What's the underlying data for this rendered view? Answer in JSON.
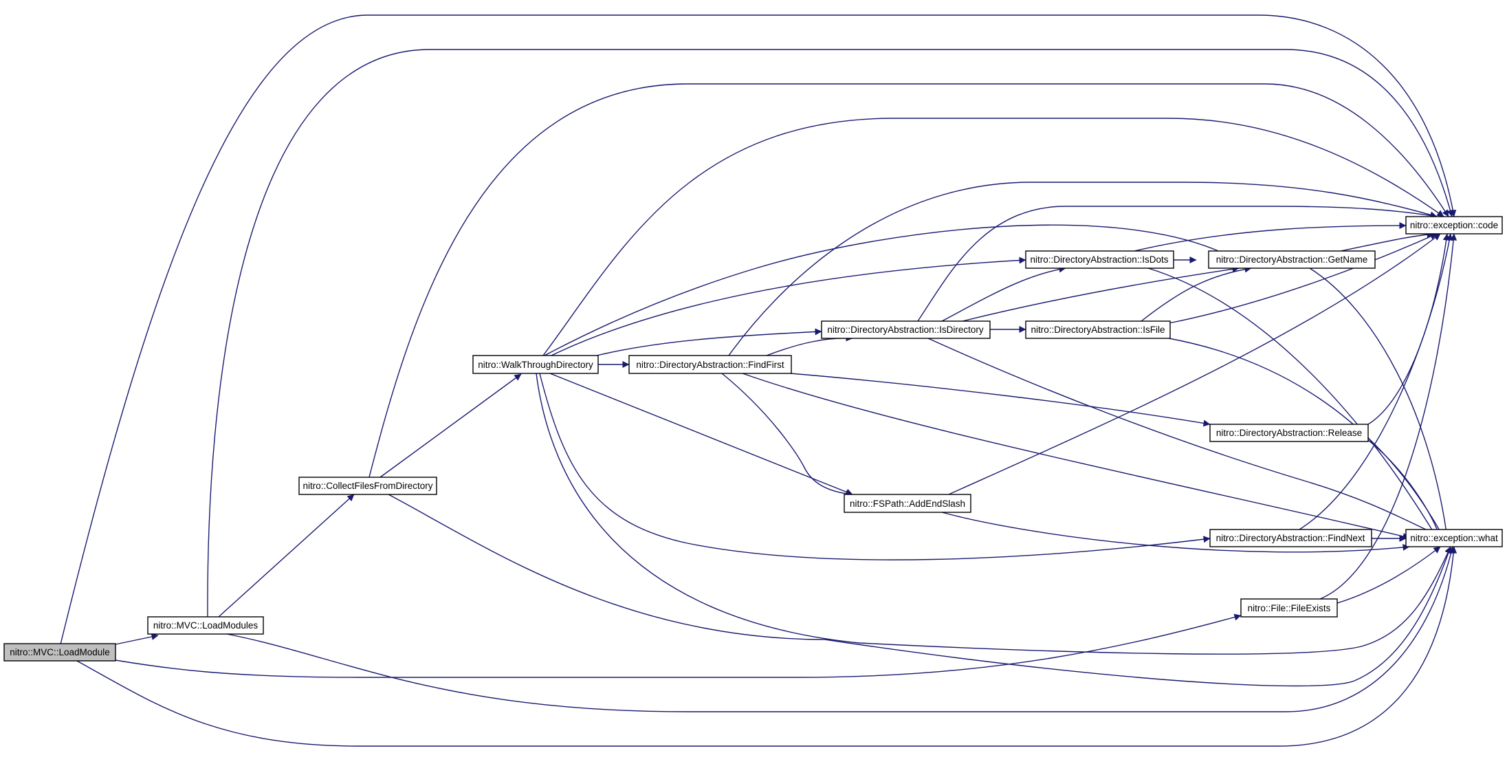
{
  "colors": {
    "edge": "#191970",
    "node_border": "#000000",
    "node_fill": "#ffffff",
    "root_fill": "#bfbfbf",
    "background": "#ffffff"
  },
  "nodes": {
    "loadModule": {
      "label": "nitro::MVC::LoadModule",
      "root": true
    },
    "loadModules": {
      "label": "nitro::MVC::LoadModules"
    },
    "collectFiles": {
      "label": "nitro::CollectFilesFromDirectory"
    },
    "walkThrough": {
      "label": "nitro::WalkThroughDirectory"
    },
    "findFirst": {
      "label": "nitro::DirectoryAbstraction::FindFirst"
    },
    "isDirectory": {
      "label": "nitro::DirectoryAbstraction::IsDirectory"
    },
    "isDots": {
      "label": "nitro::DirectoryAbstraction::IsDots"
    },
    "isFile": {
      "label": "nitro::DirectoryAbstraction::IsFile"
    },
    "getName": {
      "label": "nitro::DirectoryAbstraction::GetName"
    },
    "release": {
      "label": "nitro::DirectoryAbstraction::Release"
    },
    "addEndSlash": {
      "label": "nitro::FSPath::AddEndSlash"
    },
    "findNext": {
      "label": "nitro::DirectoryAbstraction::FindNext"
    },
    "fileExists": {
      "label": "nitro::File::FileExists"
    },
    "exCode": {
      "label": "nitro::exception::code"
    },
    "exWhat": {
      "label": "nitro::exception::what"
    }
  },
  "edges": [
    [
      "loadModule",
      "loadModules"
    ],
    [
      "loadModule",
      "exCode"
    ],
    [
      "loadModule",
      "fileExists"
    ],
    [
      "loadModule",
      "exWhat"
    ],
    [
      "loadModules",
      "collectFiles"
    ],
    [
      "loadModules",
      "exCode"
    ],
    [
      "loadModules",
      "exWhat"
    ],
    [
      "collectFiles",
      "walkThrough"
    ],
    [
      "collectFiles",
      "exCode"
    ],
    [
      "collectFiles",
      "exWhat"
    ],
    [
      "walkThrough",
      "findFirst"
    ],
    [
      "walkThrough",
      "isDirectory"
    ],
    [
      "walkThrough",
      "isDots"
    ],
    [
      "walkThrough",
      "getName"
    ],
    [
      "walkThrough",
      "addEndSlash"
    ],
    [
      "walkThrough",
      "findNext"
    ],
    [
      "walkThrough",
      "exCode"
    ],
    [
      "walkThrough",
      "exWhat"
    ],
    [
      "findFirst",
      "isDirectory"
    ],
    [
      "findFirst",
      "release"
    ],
    [
      "findFirst",
      "addEndSlash"
    ],
    [
      "findFirst",
      "exCode"
    ],
    [
      "findFirst",
      "exWhat"
    ],
    [
      "isDirectory",
      "isDots"
    ],
    [
      "isDirectory",
      "isFile"
    ],
    [
      "isDirectory",
      "getName"
    ],
    [
      "isDirectory",
      "exCode"
    ],
    [
      "isDirectory",
      "exWhat"
    ],
    [
      "isDots",
      "getName"
    ],
    [
      "isDots",
      "exCode"
    ],
    [
      "isDots",
      "exWhat"
    ],
    [
      "isFile",
      "getName"
    ],
    [
      "isFile",
      "exCode"
    ],
    [
      "isFile",
      "exWhat"
    ],
    [
      "getName",
      "exCode"
    ],
    [
      "getName",
      "exWhat"
    ],
    [
      "release",
      "exCode"
    ],
    [
      "release",
      "exWhat"
    ],
    [
      "addEndSlash",
      "exCode"
    ],
    [
      "addEndSlash",
      "exWhat"
    ],
    [
      "findNext",
      "exCode"
    ],
    [
      "findNext",
      "exWhat"
    ],
    [
      "fileExists",
      "exCode"
    ],
    [
      "fileExists",
      "exWhat"
    ]
  ]
}
